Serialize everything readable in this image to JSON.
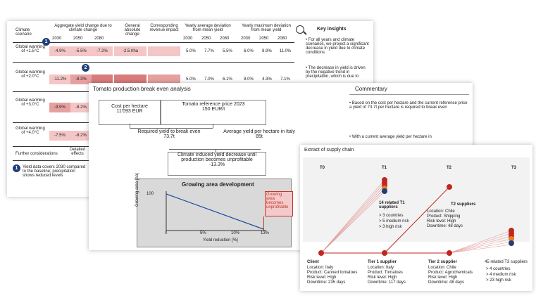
{
  "slide1": {
    "headers": [
      "Climate scenario",
      "Aggregate yield change due to climate change",
      "General absolute change",
      "Corresponding revenue impact",
      "Yearly average deviation from mean yield",
      "Yearly maximum deviation from mean yield",
      "Key insights"
    ],
    "years": [
      "2030",
      "2050",
      "2080"
    ],
    "row_labels": [
      "Global warming of +1.5°C",
      "Global warming of +2.0°C",
      "Global warming of +3.0°C",
      "Global warming of +4.0°C"
    ],
    "row1": [
      "-4.9%",
      "-5.5%",
      "-7.2%",
      "-2.5 t/ha",
      "",
      "5.0%",
      "7.7%",
      "5.5%",
      "6.0%",
      "8.9%",
      "11.0%"
    ],
    "row2": [
      "-11.2%",
      "-8.3%",
      "",
      "",
      "",
      "5.0%",
      "7.0%",
      "6.1%",
      "8.0%",
      "4.3%",
      "7.1%"
    ],
    "row3": [
      "-9.9%",
      "-8.2%"
    ],
    "row4": [
      "-7.5%",
      "-8.2%"
    ],
    "further_label": "Further considerations",
    "further_note": "Detailed effects",
    "footnote_num": "1",
    "footnote": "Yield data covers 2030 compared to the baseline; precipitation shows reduced levels",
    "insights": [
      "For all years and climate scenarios, we project a significant decrease in yield due to climate conditions",
      "The decrease in yield is driven by the negative trend in precipitation, which is due to"
    ],
    "marker1": "1",
    "marker2": "2"
  },
  "slide2": {
    "title": "Tomato production break even analysis",
    "cost_label": "Cost per hectare",
    "cost_value": "11'093 EUR",
    "price_label": "Tomato reference price 2023",
    "price_value": "150 EUR/t",
    "required_label": "Required yield to break even",
    "required_value": "73.7t",
    "avg_label": "Average yield per hectare in Italy",
    "avg_value": "85t",
    "decrease_label": "Climate induced yield decrease until production becomes unprofitable",
    "decrease_value": "-13.3%",
    "growing_title": "Growing area development",
    "y_axis": "Growing area [ha]",
    "x_axis": "Yield reduction [%]",
    "x_ticks": [
      "0",
      "5%",
      "10%",
      "13%"
    ],
    "y_tick_top": "100",
    "callout": "Growing area becomes unprofitable",
    "commentary_title": "Commentary",
    "commentary": [
      "Based on the cost per hectare and the current reference price a yield of 73.7t per hectare is required to break even",
      "With a current average yield per hectare in"
    ]
  },
  "slide3": {
    "title": "Extract of supply chain",
    "tiers": [
      "T0",
      "T1",
      "T2",
      "T3"
    ],
    "t1_group": "14 related T1 suppliers",
    "t1_items": [
      "3 countries",
      "5 medium risk",
      "3 high risk"
    ],
    "t2_group": "T2 suppliers",
    "t2_lines": [
      "Location: Chile",
      "Product: Shipping",
      "Risk level: High",
      "Downtime: 48 days"
    ],
    "t3_group": "45 related T3 suppliers",
    "t3_items": [
      "4 countries",
      "4 medium risk",
      "23 high risk"
    ],
    "client_name": "Client",
    "client_lines": [
      "Location: Italy",
      "Product: Canned tomatoes",
      "Risk level: High",
      "Downtime: 235 days"
    ],
    "t1_supplier_name": "Tier 1 supplier",
    "t1_supplier_lines": [
      "Location: Italy",
      "Product: Tomatoes",
      "Risk level: High",
      "Downtime: 117 days"
    ],
    "t2_supplier_name": "Tier 2 supplier",
    "t2_supplier_lines": [
      "Location: Chile",
      "Product: Agrochemicals",
      "Risk level: High",
      "Downtime: 48 days"
    ],
    "colors": {
      "node": "#c0271f",
      "orange": "#e67e22",
      "navy": "#1f3e7a"
    }
  }
}
